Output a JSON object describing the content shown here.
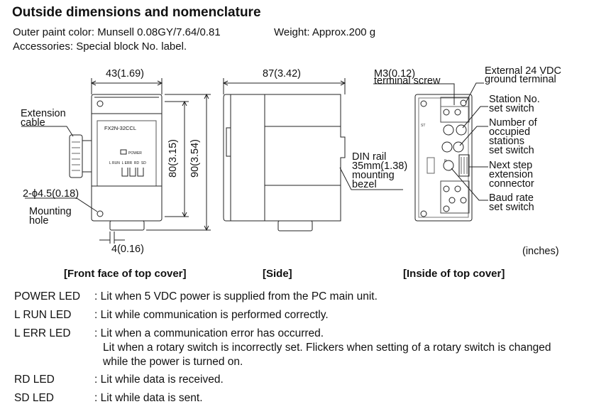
{
  "title": "Outside dimensions and nomenclature",
  "specs": {
    "paint": "Outer paint color: Munsell 0.08GY/7.64/0.81",
    "weight": "Weight: Approx.200 g",
    "accessories": "Accessories: Special block No. label."
  },
  "front": {
    "width_dim": "43(1.69)",
    "height_dim_1": "80(3.15)",
    "height_dim_2": "90(3.54)",
    "bottom_dim": "4(0.16)",
    "model": "FX2N-32CCL",
    "power_text": "POWER",
    "led_row": "L RUN  L ERR  RD  SD",
    "extension_cable_1": "Extension",
    "extension_cable_2": "cable",
    "hole_1": "2-ϕ4.5(0.18)",
    "hole_2": "Mounting",
    "hole_3": "hole"
  },
  "side": {
    "width_dim": "87(3.42)",
    "din_1": "DIN rail",
    "din_2": "35mm(1.38)",
    "din_3": "mounting",
    "din_4": "bezel"
  },
  "inside": {
    "screw_1": "M3(0.12)",
    "screw_2": "terminal screw",
    "ground_1": "External 24 VDC",
    "ground_2": "ground terminal",
    "station_1": "Station No.",
    "station_2": "set switch",
    "occupied_1": "Number of",
    "occupied_2": "occupied",
    "occupied_3": "stations",
    "occupied_4": "set switch",
    "next_1": "Next step",
    "next_2": "extension",
    "next_3": "connector",
    "baud_1": "Baud rate",
    "baud_2": "set switch"
  },
  "units": "(inches)",
  "captions": {
    "front": "[Front face of top cover]",
    "side": "[Side]",
    "inside": "[Inside of top cover]"
  },
  "leds": [
    {
      "name": "POWER LED",
      "desc": ": Lit when 5 VDC power is supplied from the PC main unit."
    },
    {
      "name": "L RUN LED",
      "desc": ": Lit while communication is performed correctly."
    },
    {
      "name": "L ERR LED",
      "desc": ": Lit when a communication error has occurred.",
      "desc2": "Lit when a rotary switch is incorrectly set. Flickers when setting of a rotary switch is changed",
      "desc3": "while the power is turned on."
    },
    {
      "name": "RD LED",
      "desc": ": Lit while data is received."
    },
    {
      "name": "SD LED",
      "desc": ": Lit while data is sent."
    }
  ]
}
